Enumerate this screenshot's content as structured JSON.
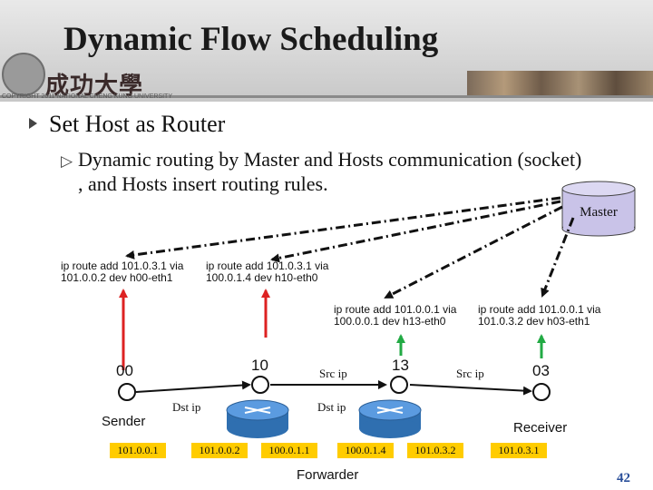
{
  "slide": {
    "title": "Dynamic Flow Scheduling",
    "university_name": "成功大學",
    "copyright": "COPYRIGHT 2011 NATIONAL CHENG KUNG UNIVERSITY",
    "page_number": "42"
  },
  "bullets": {
    "level1": "Set Host as Router",
    "level2_line1": "Dynamic routing by Master and Hosts communication (socket)",
    "level2_line2": ", and Hosts insert routing rules."
  },
  "diagram": {
    "master_label": "Master",
    "routes": {
      "h00_line1": "ip route add 101.0.3.1 via",
      "h00_line2": "101.0.0.2 dev h00-eth1",
      "h10_line1": "ip route add 101.0.3.1 via",
      "h10_line2": "100.0.1.4 dev h10-eth0",
      "h13_line1": "ip route add 101.0.0.1 via",
      "h13_line2": "100.0.0.1 dev h13-eth0",
      "h03_line1": "ip route add 101.0.0.1 via",
      "h03_line2": "101.0.3.2 dev h03-eth1"
    },
    "nodes": {
      "n00": "00",
      "n10": "10",
      "n13": "13",
      "n03": "03"
    },
    "labels": {
      "sender": "Sender",
      "receiver": "Receiver",
      "forwarder": "Forwarder",
      "dst_ip_1": "Dst ip",
      "dst_ip_2": "Dst ip",
      "src_ip_1": "Src ip",
      "src_ip_2": "Src ip"
    },
    "ips": {
      "ip1": "101.0.0.1",
      "ip2": "101.0.0.2",
      "ip3": "100.0.1.1",
      "ip4": "100.0.1.4",
      "ip5": "101.0.3.2",
      "ip6": "101.0.3.1"
    },
    "colors": {
      "ip_highlight": "#ffcc00",
      "request_arrow": "#dd2222",
      "response_arrow": "#22aa44",
      "router_blue": "#3a7fc4"
    }
  }
}
